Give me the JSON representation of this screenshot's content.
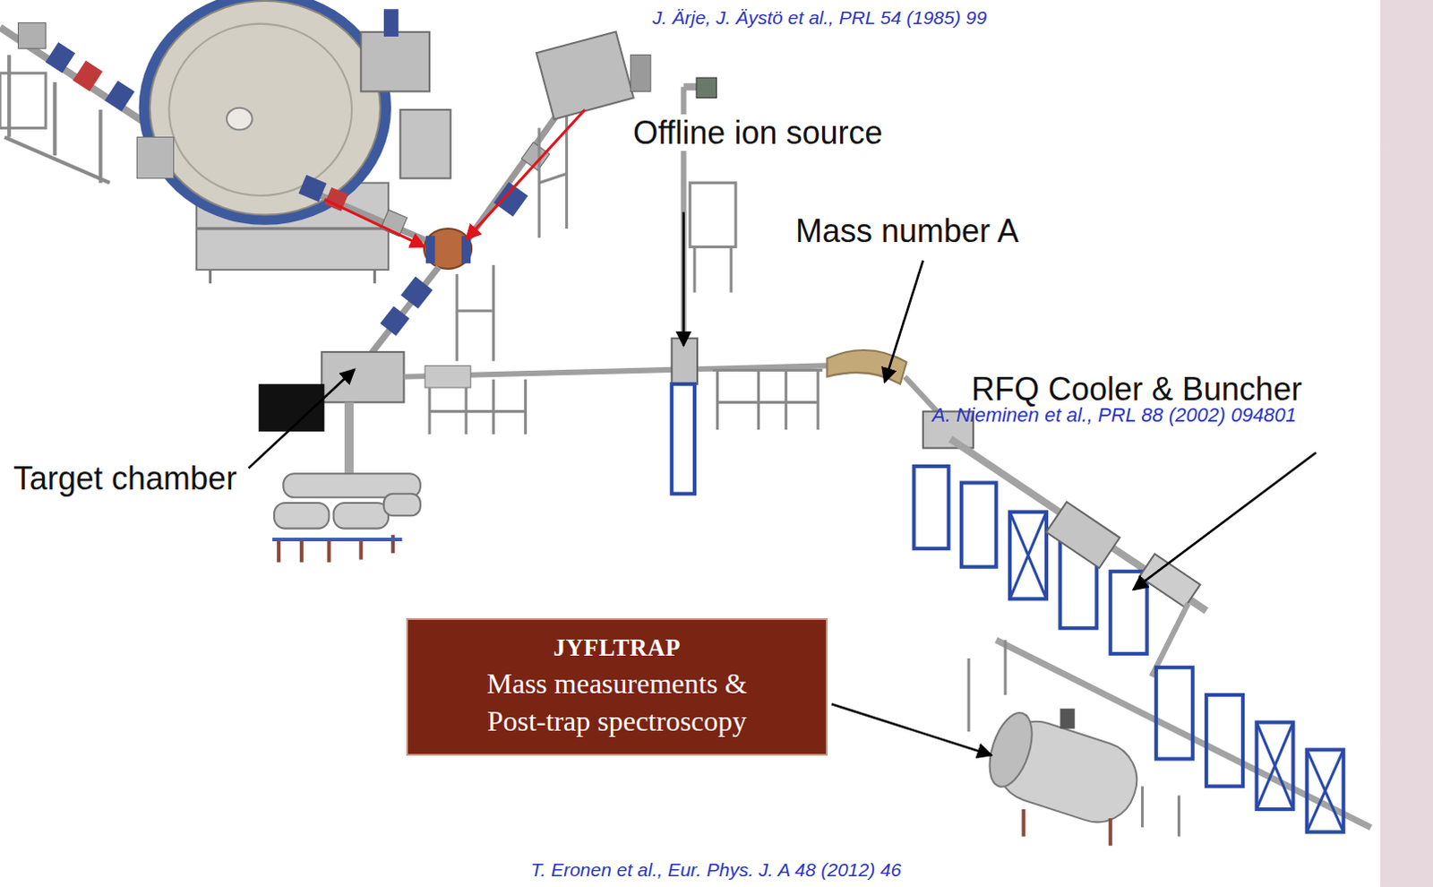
{
  "diagram": {
    "nodes": [
      {
        "text": [
          "JYFLTRAP",
          "Mass measurements & Post-trap spectroscopy"
        ]
      }
    ],
    "labels": [
      "J. Ärje, J. Äystö et al., PRL 54 (1985) 99",
      "Offline ion source",
      "Mass number A",
      "RFQ Cooler & Buncher",
      "Target chamber",
      "A. Nieminen et al., PRL 88 (2002) 094801",
      "T. Eronen et al., Eur. Phys. J. A 48 (2012) 46"
    ]
  }
}
